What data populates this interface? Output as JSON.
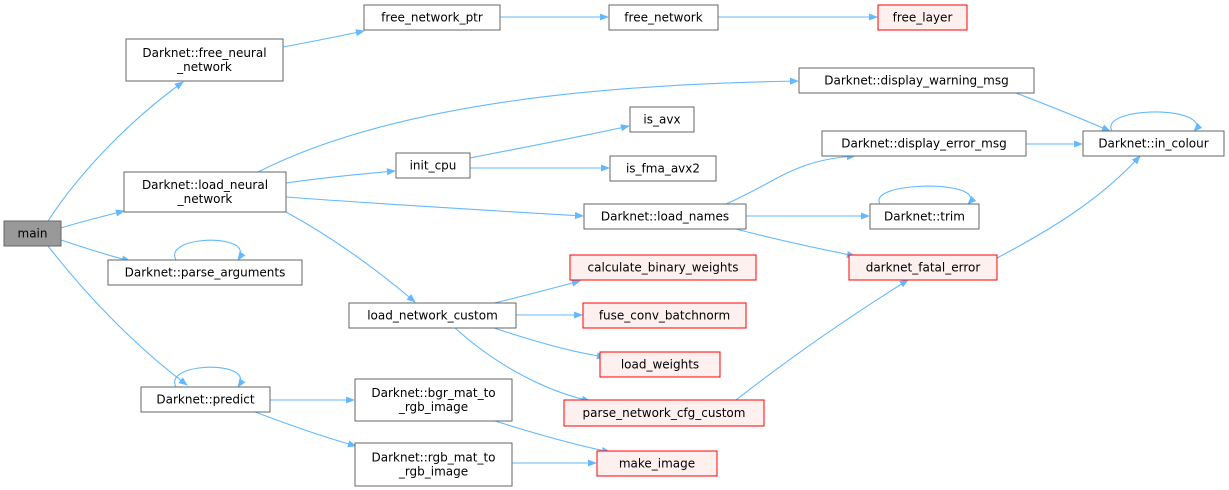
{
  "graph": {
    "colors": {
      "edge": "#63b8ff",
      "root_fill": "#999999",
      "root_border": "#666666",
      "normal_fill": "#ffffff",
      "normal_border": "#666666",
      "truncated_fill": "#fff0f0",
      "truncated_border": "#ff0000",
      "text": "#000000"
    },
    "nodes": [
      {
        "id": "main",
        "lines": [
          "main"
        ],
        "kind": "root"
      },
      {
        "id": "free_neural_network",
        "lines": [
          "Darknet::free_neural",
          "_network"
        ],
        "kind": "normal"
      },
      {
        "id": "free_network_ptr",
        "lines": [
          "free_network_ptr"
        ],
        "kind": "normal"
      },
      {
        "id": "free_network",
        "lines": [
          "free_network"
        ],
        "kind": "normal"
      },
      {
        "id": "free_layer",
        "lines": [
          "free_layer"
        ],
        "kind": "truncated"
      },
      {
        "id": "display_warning_msg",
        "lines": [
          "Darknet::display_warning_msg"
        ],
        "kind": "normal"
      },
      {
        "id": "in_colour",
        "lines": [
          "Darknet::in_colour"
        ],
        "kind": "normal"
      },
      {
        "id": "is_avx",
        "lines": [
          "is_avx"
        ],
        "kind": "normal"
      },
      {
        "id": "init_cpu",
        "lines": [
          "init_cpu"
        ],
        "kind": "normal"
      },
      {
        "id": "is_fma_avx2",
        "lines": [
          "is_fma_avx2"
        ],
        "kind": "normal"
      },
      {
        "id": "display_error_msg",
        "lines": [
          "Darknet::display_error_msg"
        ],
        "kind": "normal"
      },
      {
        "id": "load_neural_network",
        "lines": [
          "Darknet::load_neural",
          "_network"
        ],
        "kind": "normal"
      },
      {
        "id": "load_names",
        "lines": [
          "Darknet::load_names"
        ],
        "kind": "normal"
      },
      {
        "id": "trim",
        "lines": [
          "Darknet::trim"
        ],
        "kind": "normal"
      },
      {
        "id": "parse_arguments",
        "lines": [
          "Darknet::parse_arguments"
        ],
        "kind": "normal"
      },
      {
        "id": "calculate_binary_weights",
        "lines": [
          "calculate_binary_weights"
        ],
        "kind": "truncated"
      },
      {
        "id": "darknet_fatal_error",
        "lines": [
          "darknet_fatal_error"
        ],
        "kind": "truncated"
      },
      {
        "id": "load_network_custom",
        "lines": [
          "load_network_custom"
        ],
        "kind": "normal"
      },
      {
        "id": "fuse_conv_batchnorm",
        "lines": [
          "fuse_conv_batchnorm"
        ],
        "kind": "truncated"
      },
      {
        "id": "load_weights",
        "lines": [
          "load_weights"
        ],
        "kind": "truncated"
      },
      {
        "id": "predict",
        "lines": [
          "Darknet::predict"
        ],
        "kind": "normal"
      },
      {
        "id": "bgr_mat_to_rgb_image",
        "lines": [
          "Darknet::bgr_mat_to",
          "_rgb_image"
        ],
        "kind": "normal"
      },
      {
        "id": "parse_network_cfg_custom",
        "lines": [
          "parse_network_cfg_custom"
        ],
        "kind": "truncated"
      },
      {
        "id": "rgb_mat_to_rgb_image",
        "lines": [
          "Darknet::rgb_mat_to",
          "_rgb_image"
        ],
        "kind": "normal"
      },
      {
        "id": "make_image",
        "lines": [
          "make_image"
        ],
        "kind": "truncated"
      }
    ],
    "edges": [
      {
        "from": "main",
        "to": "free_neural_network"
      },
      {
        "from": "main",
        "to": "load_neural_network"
      },
      {
        "from": "main",
        "to": "parse_arguments"
      },
      {
        "from": "main",
        "to": "predict"
      },
      {
        "from": "free_neural_network",
        "to": "free_network_ptr"
      },
      {
        "from": "free_network_ptr",
        "to": "free_network"
      },
      {
        "from": "free_network",
        "to": "free_layer"
      },
      {
        "from": "load_neural_network",
        "to": "display_warning_msg"
      },
      {
        "from": "load_neural_network",
        "to": "init_cpu"
      },
      {
        "from": "load_neural_network",
        "to": "load_names"
      },
      {
        "from": "load_neural_network",
        "to": "load_network_custom"
      },
      {
        "from": "init_cpu",
        "to": "is_avx"
      },
      {
        "from": "init_cpu",
        "to": "is_fma_avx2"
      },
      {
        "from": "display_warning_msg",
        "to": "in_colour"
      },
      {
        "from": "display_error_msg",
        "to": "in_colour"
      },
      {
        "from": "in_colour",
        "to": "in_colour"
      },
      {
        "from": "load_names",
        "to": "display_error_msg"
      },
      {
        "from": "load_names",
        "to": "trim"
      },
      {
        "from": "load_names",
        "to": "darknet_fatal_error"
      },
      {
        "from": "trim",
        "to": "trim"
      },
      {
        "from": "darknet_fatal_error",
        "to": "in_colour"
      },
      {
        "from": "parse_arguments",
        "to": "parse_arguments"
      },
      {
        "from": "load_network_custom",
        "to": "calculate_binary_weights"
      },
      {
        "from": "load_network_custom",
        "to": "fuse_conv_batchnorm"
      },
      {
        "from": "load_network_custom",
        "to": "load_weights"
      },
      {
        "from": "load_network_custom",
        "to": "parse_network_cfg_custom"
      },
      {
        "from": "parse_network_cfg_custom",
        "to": "darknet_fatal_error"
      },
      {
        "from": "predict",
        "to": "predict"
      },
      {
        "from": "predict",
        "to": "bgr_mat_to_rgb_image"
      },
      {
        "from": "predict",
        "to": "rgb_mat_to_rgb_image"
      },
      {
        "from": "bgr_mat_to_rgb_image",
        "to": "make_image"
      },
      {
        "from": "rgb_mat_to_rgb_image",
        "to": "make_image"
      }
    ]
  }
}
